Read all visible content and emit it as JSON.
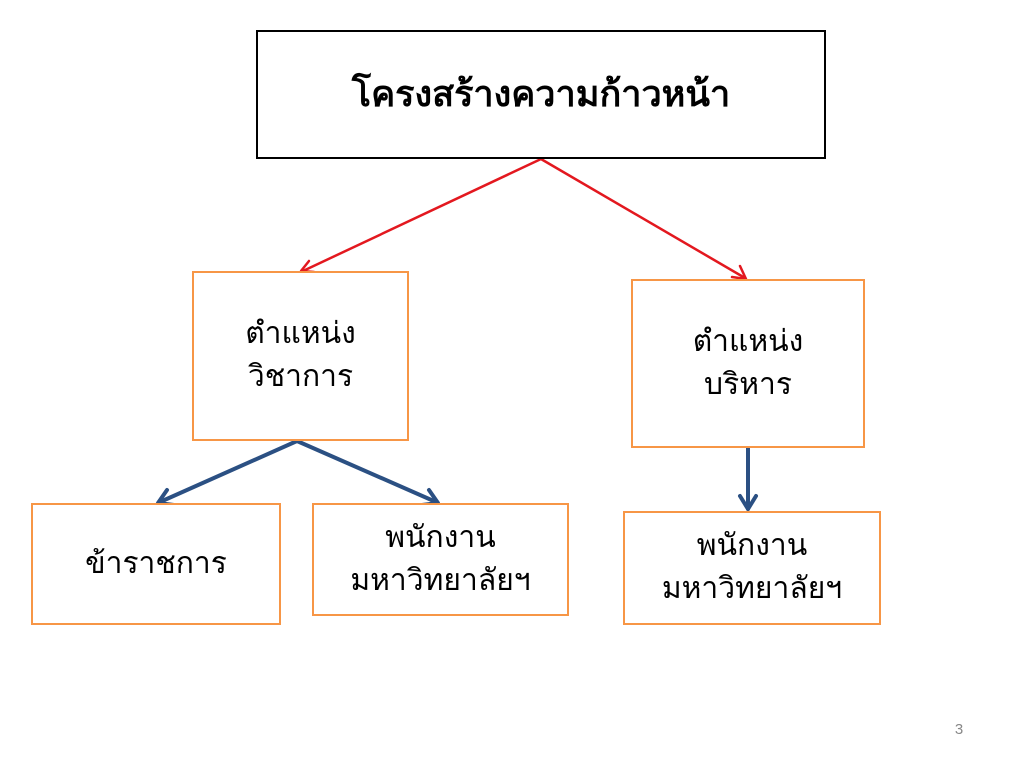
{
  "title": "โครงสร้างความก้าวหน้า",
  "branches": {
    "academic": {
      "lines": [
        "ตำแหน่ง",
        "วิชาการ"
      ],
      "children": {
        "civil_servant": {
          "lines": [
            "ข้าราชการ"
          ]
        },
        "university_staff": {
          "lines": [
            "พนักงาน",
            "มหาวิทยาลัยฯ"
          ]
        }
      }
    },
    "administrative": {
      "lines": [
        "ตำแหน่ง",
        "บริหาร"
      ],
      "children": {
        "university_staff": {
          "lines": [
            "พนักงาน",
            "มหาวิทยาลัยฯ"
          ]
        }
      }
    }
  },
  "colors": {
    "root_border": "#000000",
    "node_border": "#f79646",
    "arrow_top_level": "#e3181f",
    "arrow_second_level": "#2b5083"
  },
  "page_number": "3"
}
